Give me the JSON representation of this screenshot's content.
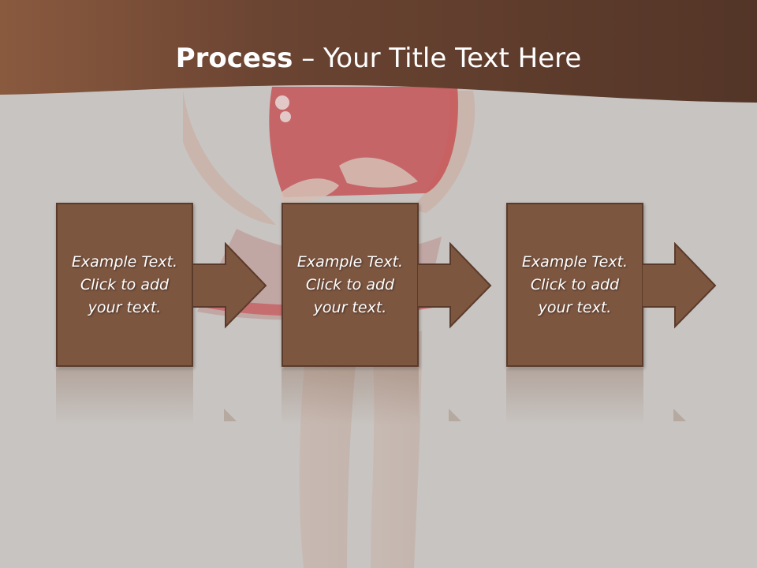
{
  "slide": {
    "title_bold": "Process",
    "title_rest": " – Your Title Text Here"
  },
  "steps": [
    {
      "text": "Example Text.\nClick  to add\nyour text."
    },
    {
      "text": "Example Text.\nClick  to add\nyour text."
    },
    {
      "text": "Example Text.\nClick  to add\nyour text."
    }
  ],
  "colors": {
    "header": "#6a4532",
    "box_fill": "#7d5640",
    "box_border": "#5a3b2b",
    "background": "#c8c4c1"
  }
}
